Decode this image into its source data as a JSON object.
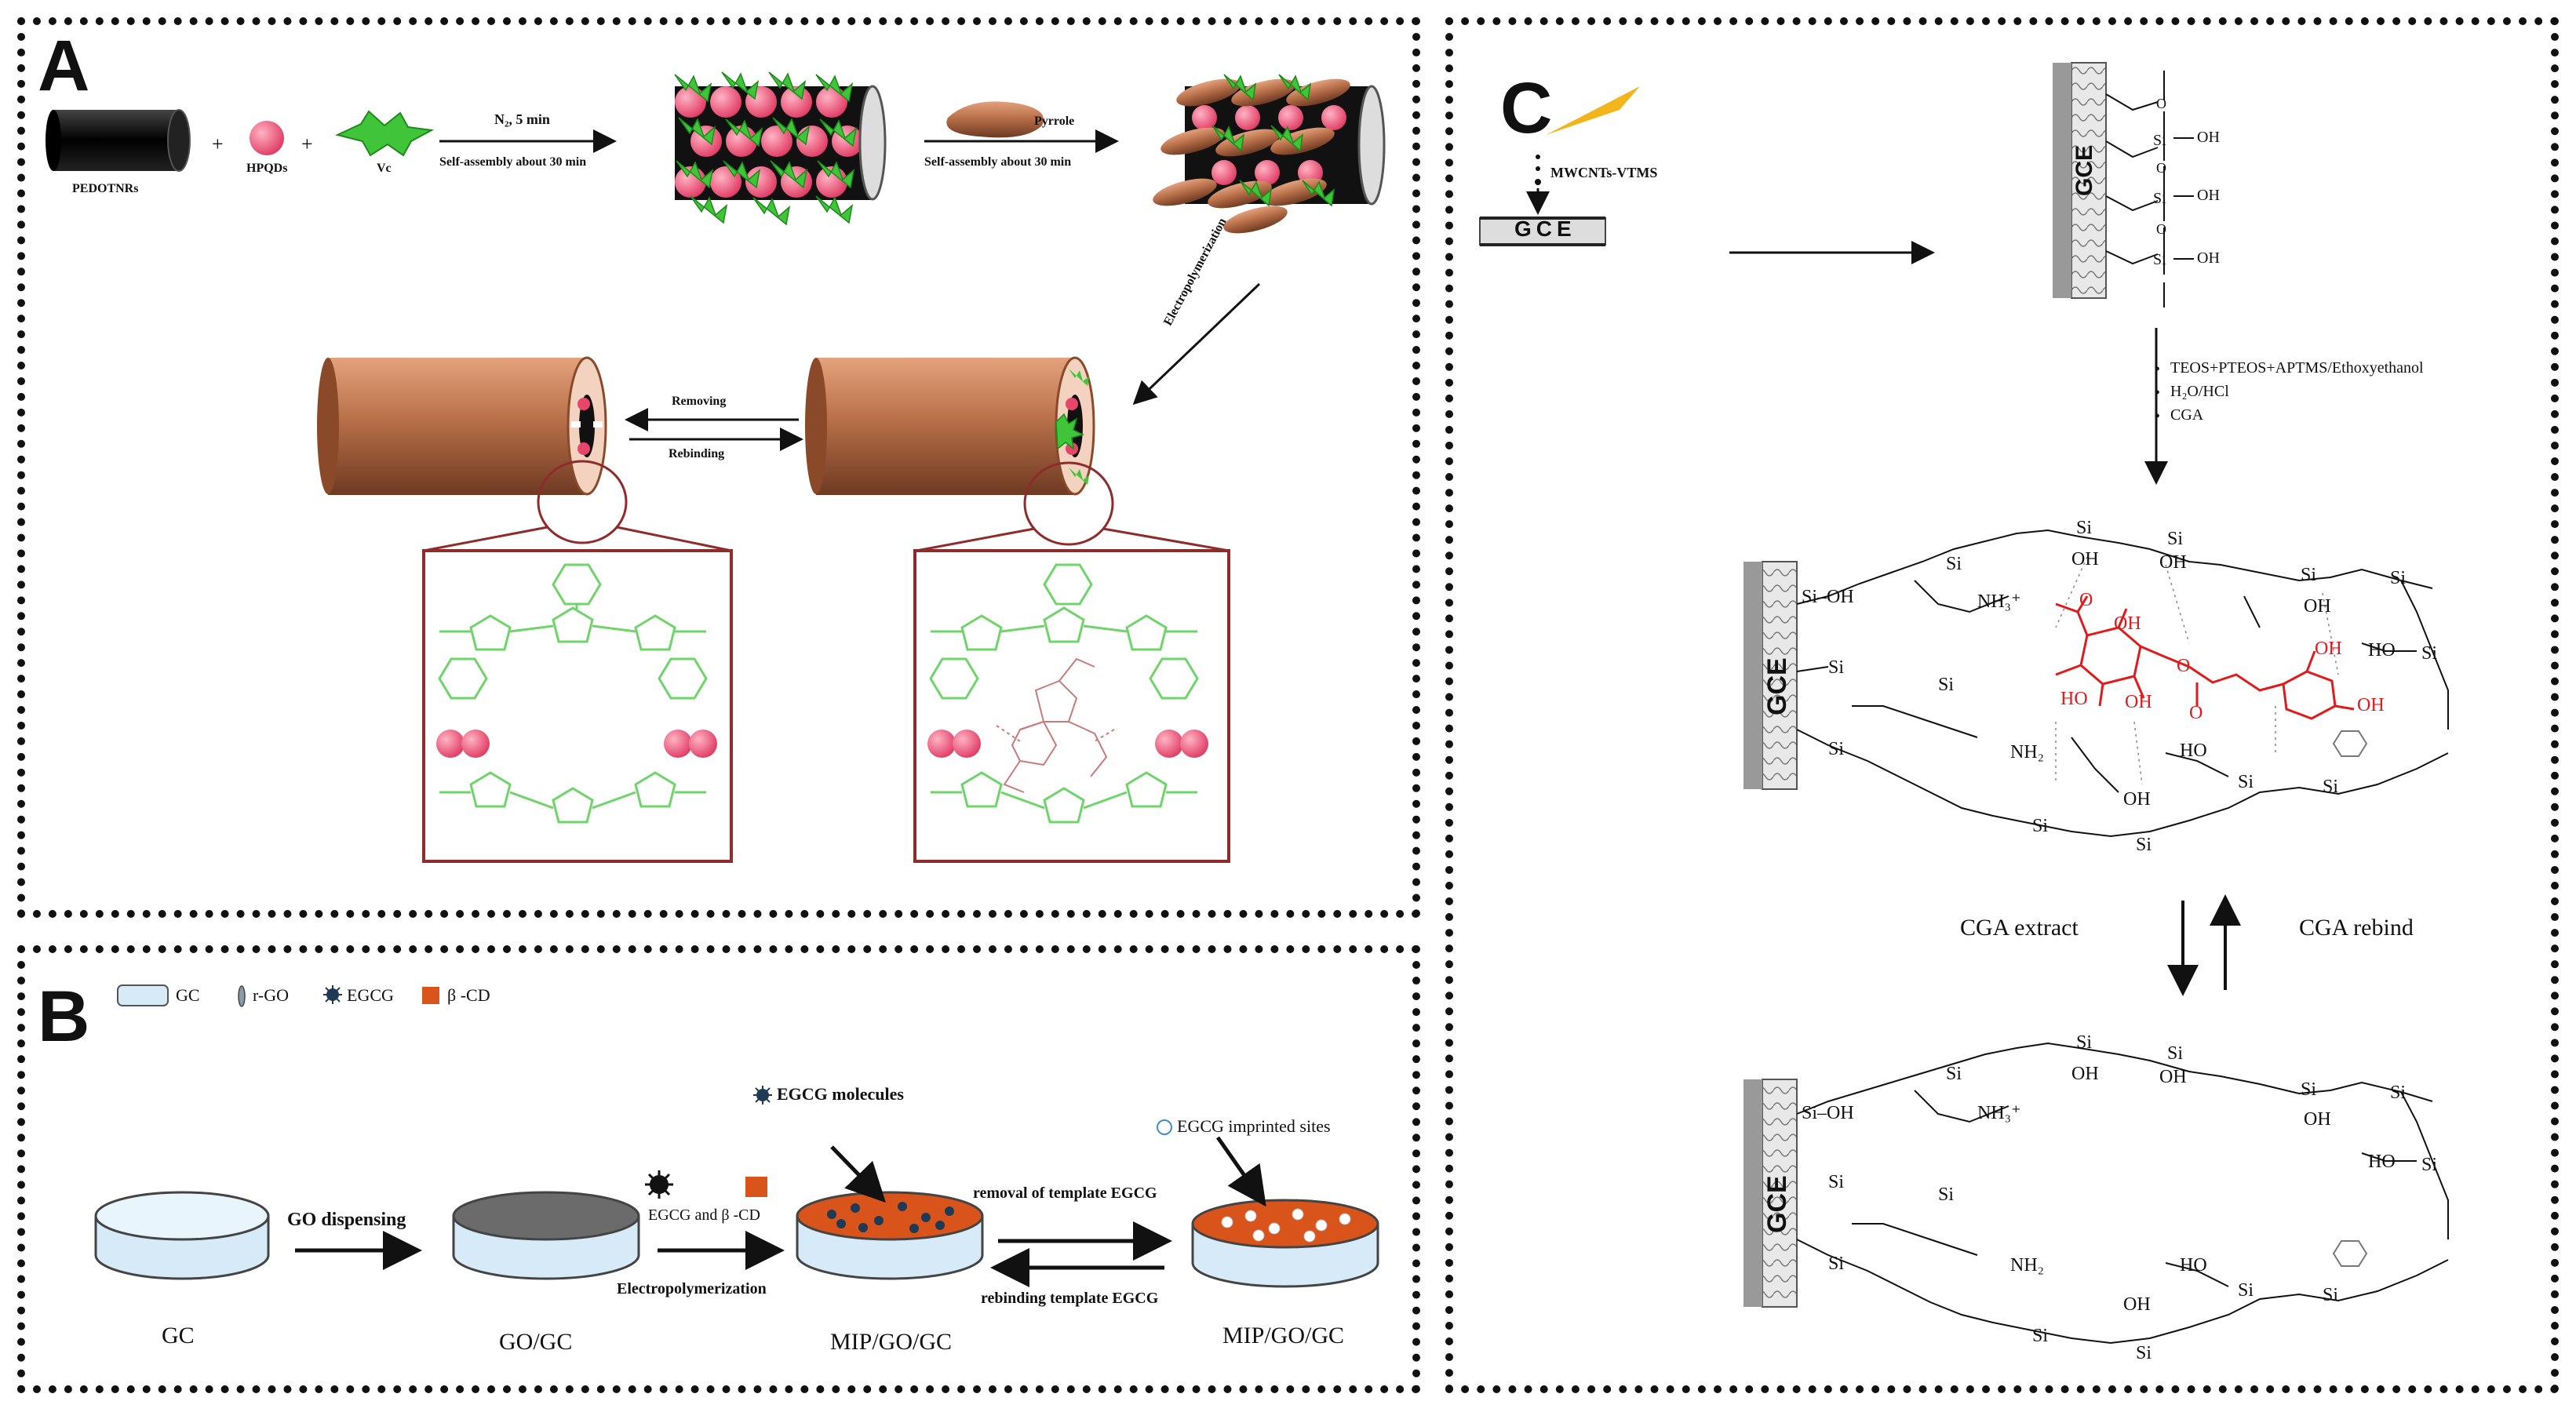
{
  "panel_a": {
    "letter": "A",
    "pedot_label": "PEDOTNRs",
    "hpqds_label": "HPQDs",
    "vc_label": "Vc",
    "step1_top": "N₂, 5 min",
    "step1_bottom": "Self-assembly about 30 min",
    "pyrrole_label": "Pyrrole",
    "step2_bottom": "Self-assembly about 30 min",
    "electropolymerization": "Electropolymerization",
    "removing": "Removing",
    "rebinding": "Rebinding"
  },
  "panel_b": {
    "letter": "B",
    "legend": [
      "GC",
      "r-GO",
      "EGCG",
      "β -CD"
    ],
    "egcg_molecules": "EGCG molecules",
    "egcg_sites": "EGCG imprinted sites",
    "go_dispensing": "GO dispensing",
    "egcg_and_cd": "EGCG and β -CD",
    "electropolymerization": "Electropolymerization",
    "removal": "removal of template EGCG",
    "rebinding": "rebinding template EGCG",
    "electrodes": [
      "GC",
      "GO/GC",
      "MIP/GO/GC",
      "MIP/GO/GC"
    ]
  },
  "panel_c": {
    "letter": "C",
    "gce": "GCE",
    "mwcnts": "MWCNTs-VTMS",
    "reagents": [
      "TEOS+PTEOS+APTMS/Ethoxyethanol",
      "H₂O/HCl",
      "CGA"
    ],
    "si": "Si",
    "oh": "OH",
    "o": "O",
    "ho": "HO",
    "nh3": "NH₃⁺",
    "nh2": "NH₂",
    "cga_extract": "CGA extract",
    "cga_rebind": "CGA rebind"
  },
  "colors": {
    "copper": "#b8704a",
    "pink": "#e8456a",
    "green": "#3fc43a",
    "polymer_green": "#6fd46a",
    "frame_red": "#8e2b2b",
    "cga_red": "#e01b1b",
    "orange": "#d9541a",
    "gc_blue": "#d6ebf7",
    "go_gray": "#6b6b6b",
    "yellow": "#f2b51c"
  }
}
